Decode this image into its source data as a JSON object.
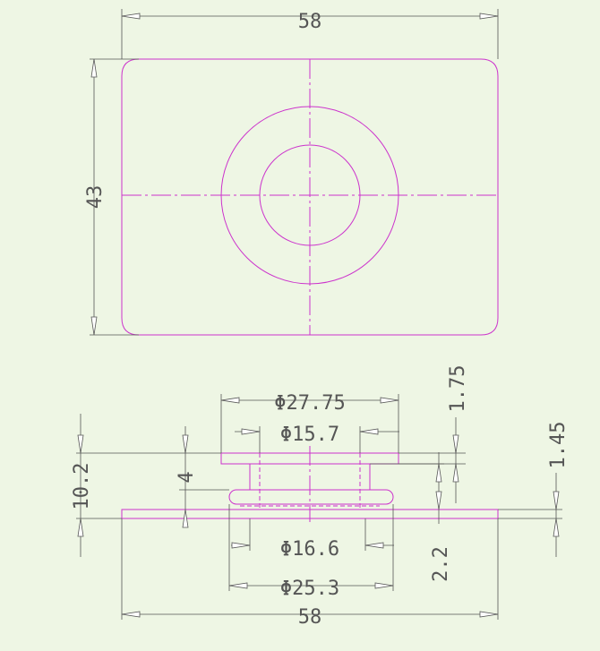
{
  "colors": {
    "background": "#eef6e4",
    "geometry": "#cc33cc",
    "dimension": "#555555"
  },
  "top_view": {
    "width_label": "58",
    "height_label": "43"
  },
  "side_view": {
    "dia_outer_top_label": "Φ27.75",
    "dia_inner_top_label": "Φ15.7",
    "dia_inner_bottom_label": "Φ16.6",
    "dia_outer_bottom_label": "Φ25.3",
    "total_height_label": "10.2",
    "step_height_label": "4",
    "cap_thickness_label": "1.75",
    "plate_thickness_label": "1.45",
    "gap_label": "2.2",
    "base_width_label": "58"
  }
}
